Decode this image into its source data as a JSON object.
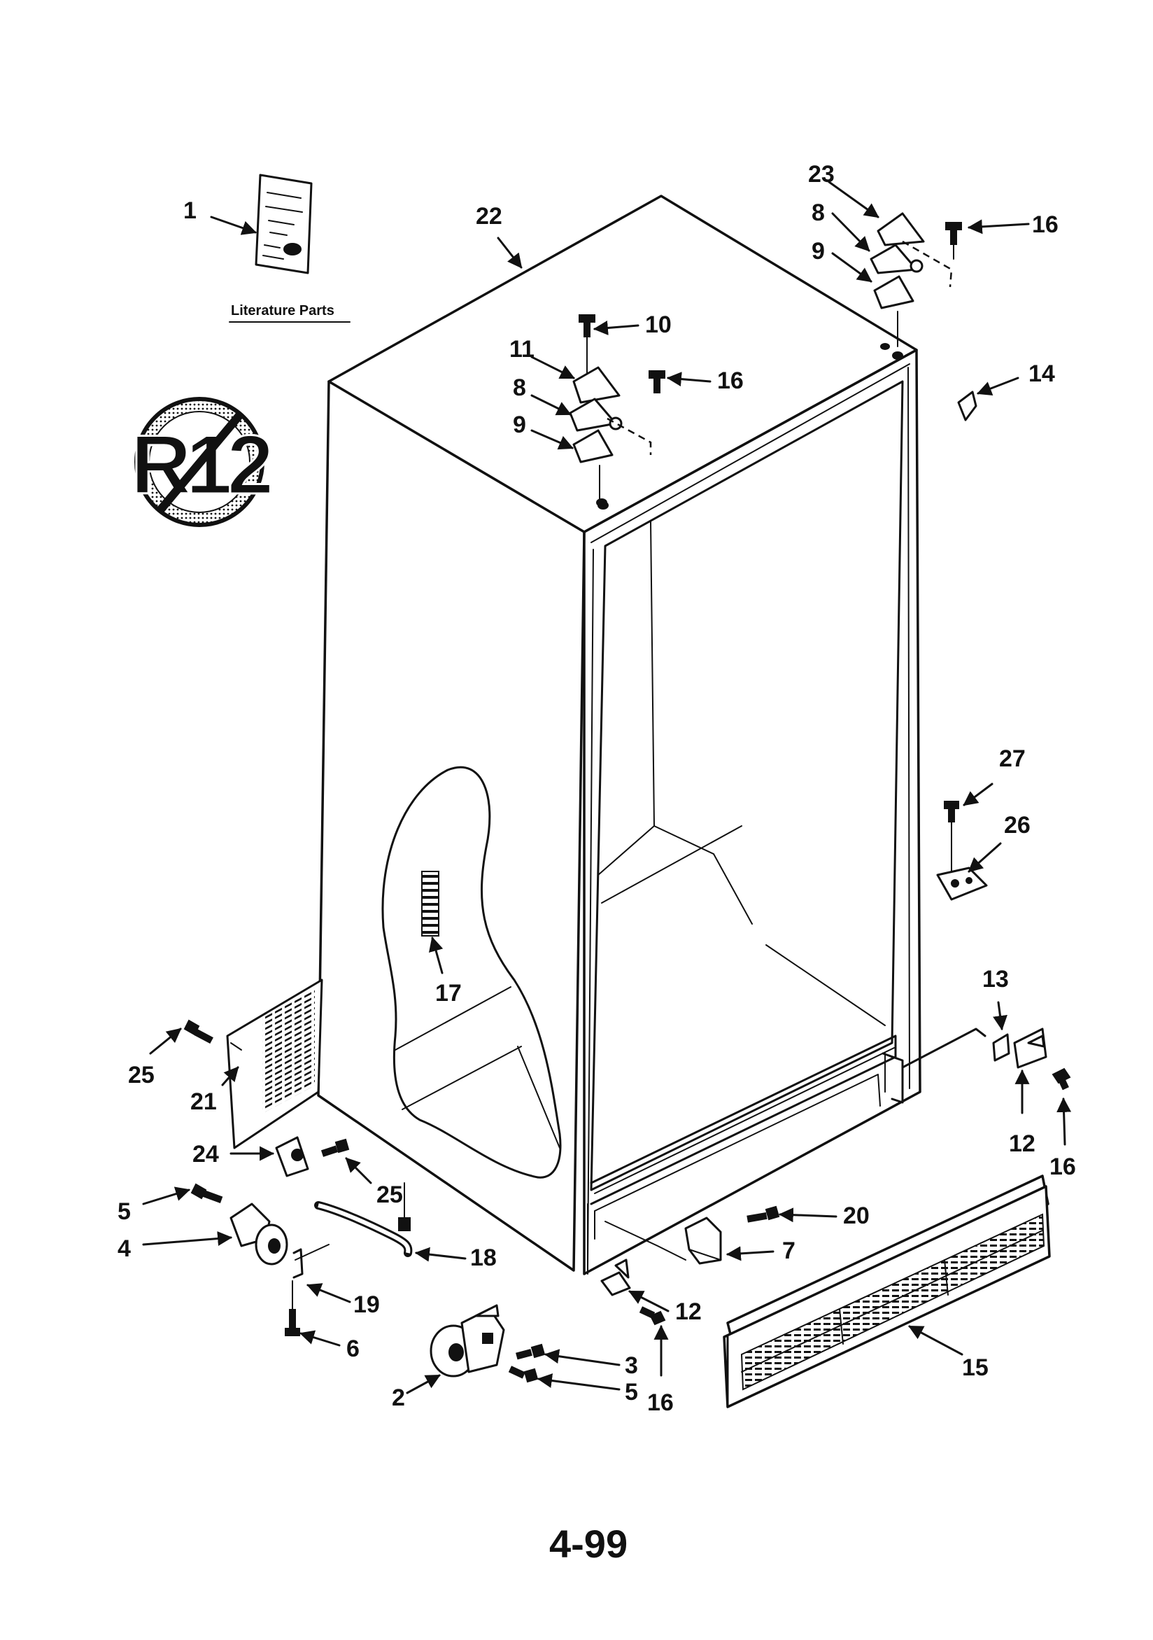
{
  "diagram": {
    "literature_caption": "Literature Parts",
    "badge_text": "R12",
    "page_number": "4-99",
    "labels": [
      {
        "id": "lbl-1",
        "text": "1"
      },
      {
        "id": "lbl-22",
        "text": "22"
      },
      {
        "id": "lbl-23",
        "text": "23"
      },
      {
        "id": "lbl-8-top",
        "text": "8"
      },
      {
        "id": "lbl-9-top",
        "text": "9"
      },
      {
        "id": "lbl-16-top",
        "text": "16"
      },
      {
        "id": "lbl-10",
        "text": "10"
      },
      {
        "id": "lbl-11",
        "text": "11"
      },
      {
        "id": "lbl-8-mid",
        "text": "8"
      },
      {
        "id": "lbl-9-mid",
        "text": "9"
      },
      {
        "id": "lbl-16-mid",
        "text": "16"
      },
      {
        "id": "lbl-14",
        "text": "14"
      },
      {
        "id": "lbl-27",
        "text": "27"
      },
      {
        "id": "lbl-26",
        "text": "26"
      },
      {
        "id": "lbl-17",
        "text": "17"
      },
      {
        "id": "lbl-13",
        "text": "13"
      },
      {
        "id": "lbl-12-right",
        "text": "12"
      },
      {
        "id": "lbl-16-right",
        "text": "16"
      },
      {
        "id": "lbl-25-left",
        "text": "25"
      },
      {
        "id": "lbl-21",
        "text": "21"
      },
      {
        "id": "lbl-24",
        "text": "24"
      },
      {
        "id": "lbl-25-bottom",
        "text": "25"
      },
      {
        "id": "lbl-5-left",
        "text": "5"
      },
      {
        "id": "lbl-4",
        "text": "4"
      },
      {
        "id": "lbl-18",
        "text": "18"
      },
      {
        "id": "lbl-19",
        "text": "19"
      },
      {
        "id": "lbl-6",
        "text": "6"
      },
      {
        "id": "lbl-20",
        "text": "20"
      },
      {
        "id": "lbl-7",
        "text": "7"
      },
      {
        "id": "lbl-12-bottom",
        "text": "12"
      },
      {
        "id": "lbl-3",
        "text": "3"
      },
      {
        "id": "lbl-5-bottom",
        "text": "5"
      },
      {
        "id": "lbl-16-bottom",
        "text": "16"
      },
      {
        "id": "lbl-2",
        "text": "2"
      },
      {
        "id": "lbl-15",
        "text": "15"
      }
    ]
  }
}
